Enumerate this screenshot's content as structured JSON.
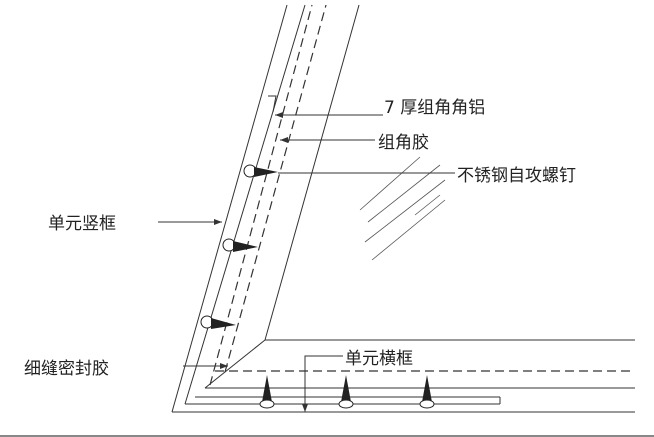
{
  "labels": {
    "aluminum_corner": "7 厚组角角铝",
    "corner_glue": "组角胶",
    "screw": "不锈钢自攻螺钉",
    "vertical_frame": "单元竖框",
    "sealant": "细缝密封胶",
    "horizontal_frame": "单元横框"
  },
  "colors": {
    "line": "#333333",
    "background": "#ffffff"
  }
}
